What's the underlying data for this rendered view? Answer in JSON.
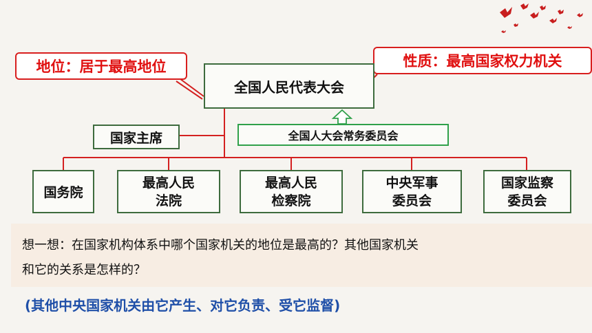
{
  "diagram": {
    "root": "全国人民代表大会",
    "standing_committee": "全国人大会常务委员会",
    "president": "国家主席",
    "organs": [
      {
        "line1": "国务院",
        "line2": ""
      },
      {
        "line1": "最高人民",
        "line2": "法院"
      },
      {
        "line1": "最高人民",
        "line2": "检察院"
      },
      {
        "line1": "中央军事",
        "line2": "委员会"
      },
      {
        "line1": "国家监察",
        "line2": "委员会"
      }
    ]
  },
  "callouts": {
    "status": "地位：居于最高地位",
    "nature": "性质：最高国家权力机关"
  },
  "question": {
    "line1": "想一想：在国家机构体系中哪个国家机关的地位是最高的？其他国家机关",
    "line2": "和它的关系是怎样的？"
  },
  "answer": "(其他中央国家机关由它产生、对它负责、受它监督)",
  "colors": {
    "box_border": "#3d6b3d",
    "connector": "#d42020",
    "callout": "#e01010",
    "answer_text": "#1f4fa8",
    "standing_border": "#2fa04a"
  }
}
